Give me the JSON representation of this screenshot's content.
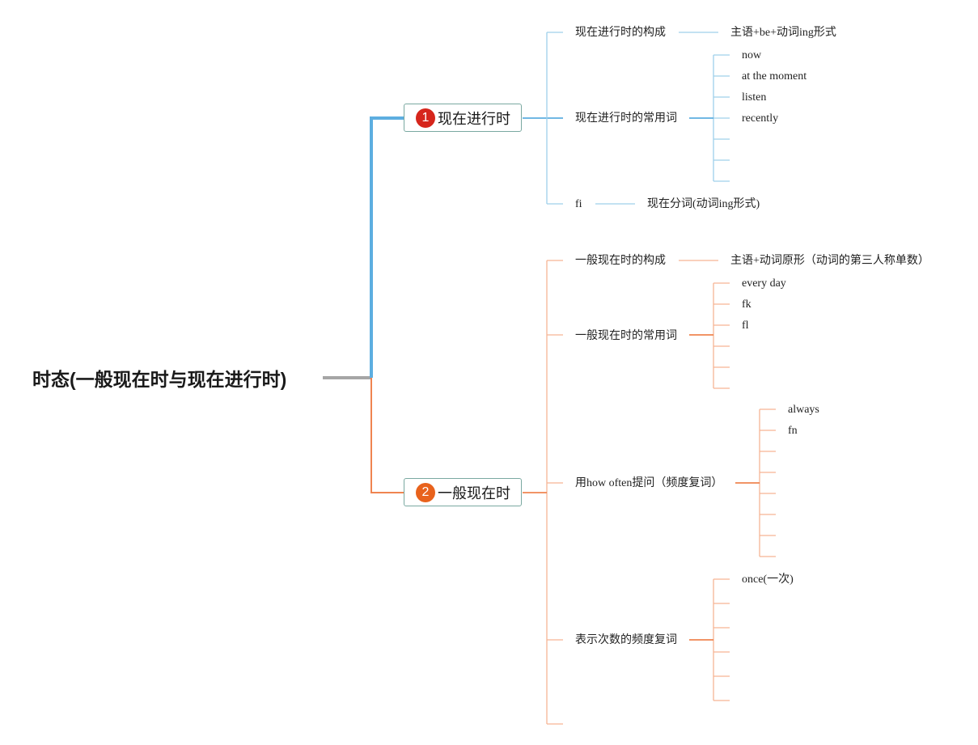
{
  "root": {
    "title": "时态(一般现在时与现在进行时)"
  },
  "colors": {
    "root_line": "#a6a6a6",
    "blue_main": "#5daee0",
    "blue_light": "#9fd0ea",
    "orange_main": "#ef8450",
    "orange_light": "#f6b594",
    "badge1": "#d6261c",
    "badge2": "#e8621c"
  },
  "branch1": {
    "badge": "1",
    "title": "现在进行时",
    "construction": {
      "label": "现在进行时的构成",
      "detail": "主语+be+动词ing形式"
    },
    "common_words": {
      "label": "现在进行时的常用词",
      "items": [
        "now",
        "at the moment",
        "listen",
        "recently"
      ]
    },
    "fi": {
      "label": "fi",
      "detail": "现在分词(动词ing形式)"
    }
  },
  "branch2": {
    "badge": "2",
    "title": "一般现在时",
    "construction": {
      "label": "一般现在时的构成",
      "detail": "主语+动词原形（动词的第三人称单数）"
    },
    "common_words": {
      "label": "一般现在时的常用词",
      "items": [
        "every day",
        "fk",
        "fl"
      ]
    },
    "how_often": {
      "label": "用how often提问（频度复词）",
      "items": [
        "always",
        "fn"
      ]
    },
    "frequency_adverbs": {
      "label": "表示次数的频度复词",
      "items": [
        "once(一次)"
      ]
    }
  }
}
